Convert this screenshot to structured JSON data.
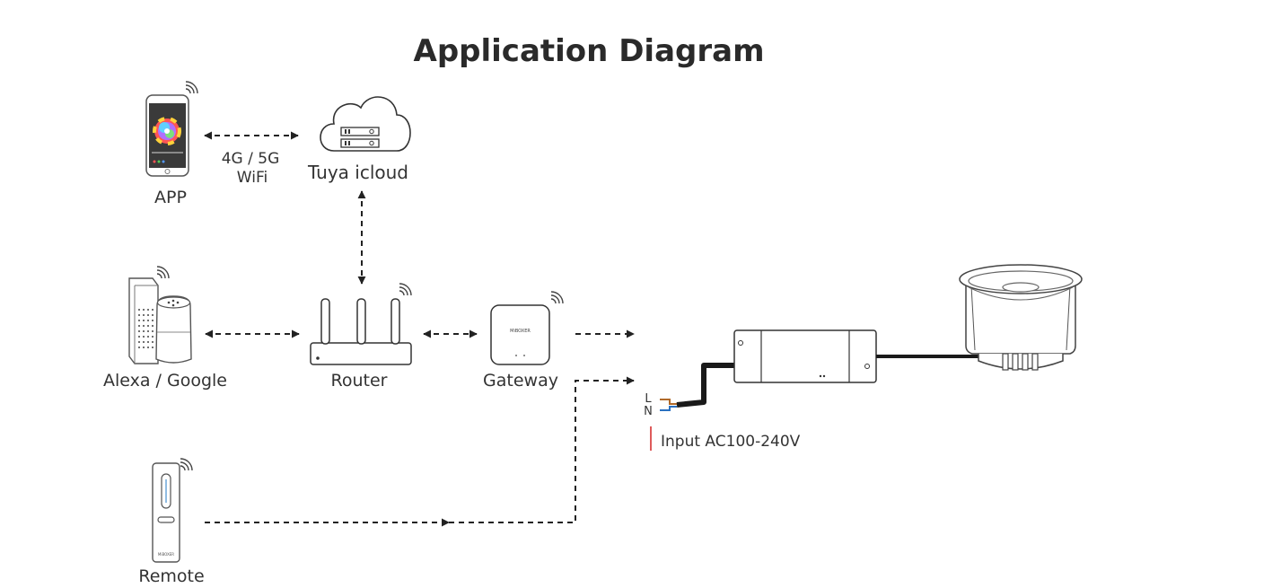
{
  "title": "Application Diagram",
  "nodes": {
    "app": "APP",
    "cloud": "Tuya icloud",
    "alexa": "Alexa / Google",
    "router": "Router",
    "gateway": "Gateway",
    "remote": "Remote"
  },
  "links": {
    "app_cloud_line1": "4G / 5G",
    "app_cloud_line2": "WiFi"
  },
  "wiring": {
    "live": "L",
    "neutral": "N",
    "input": "Input AC100-240V"
  },
  "gateway_brand": "MiBOXER",
  "remote_brand": "MiBOXER",
  "colors": {
    "line": "#222222",
    "cable": "#1a1a1a",
    "live_wire": "#b06a2a",
    "neutral_wire": "#2a70c0",
    "input_marker": "#d22222"
  }
}
